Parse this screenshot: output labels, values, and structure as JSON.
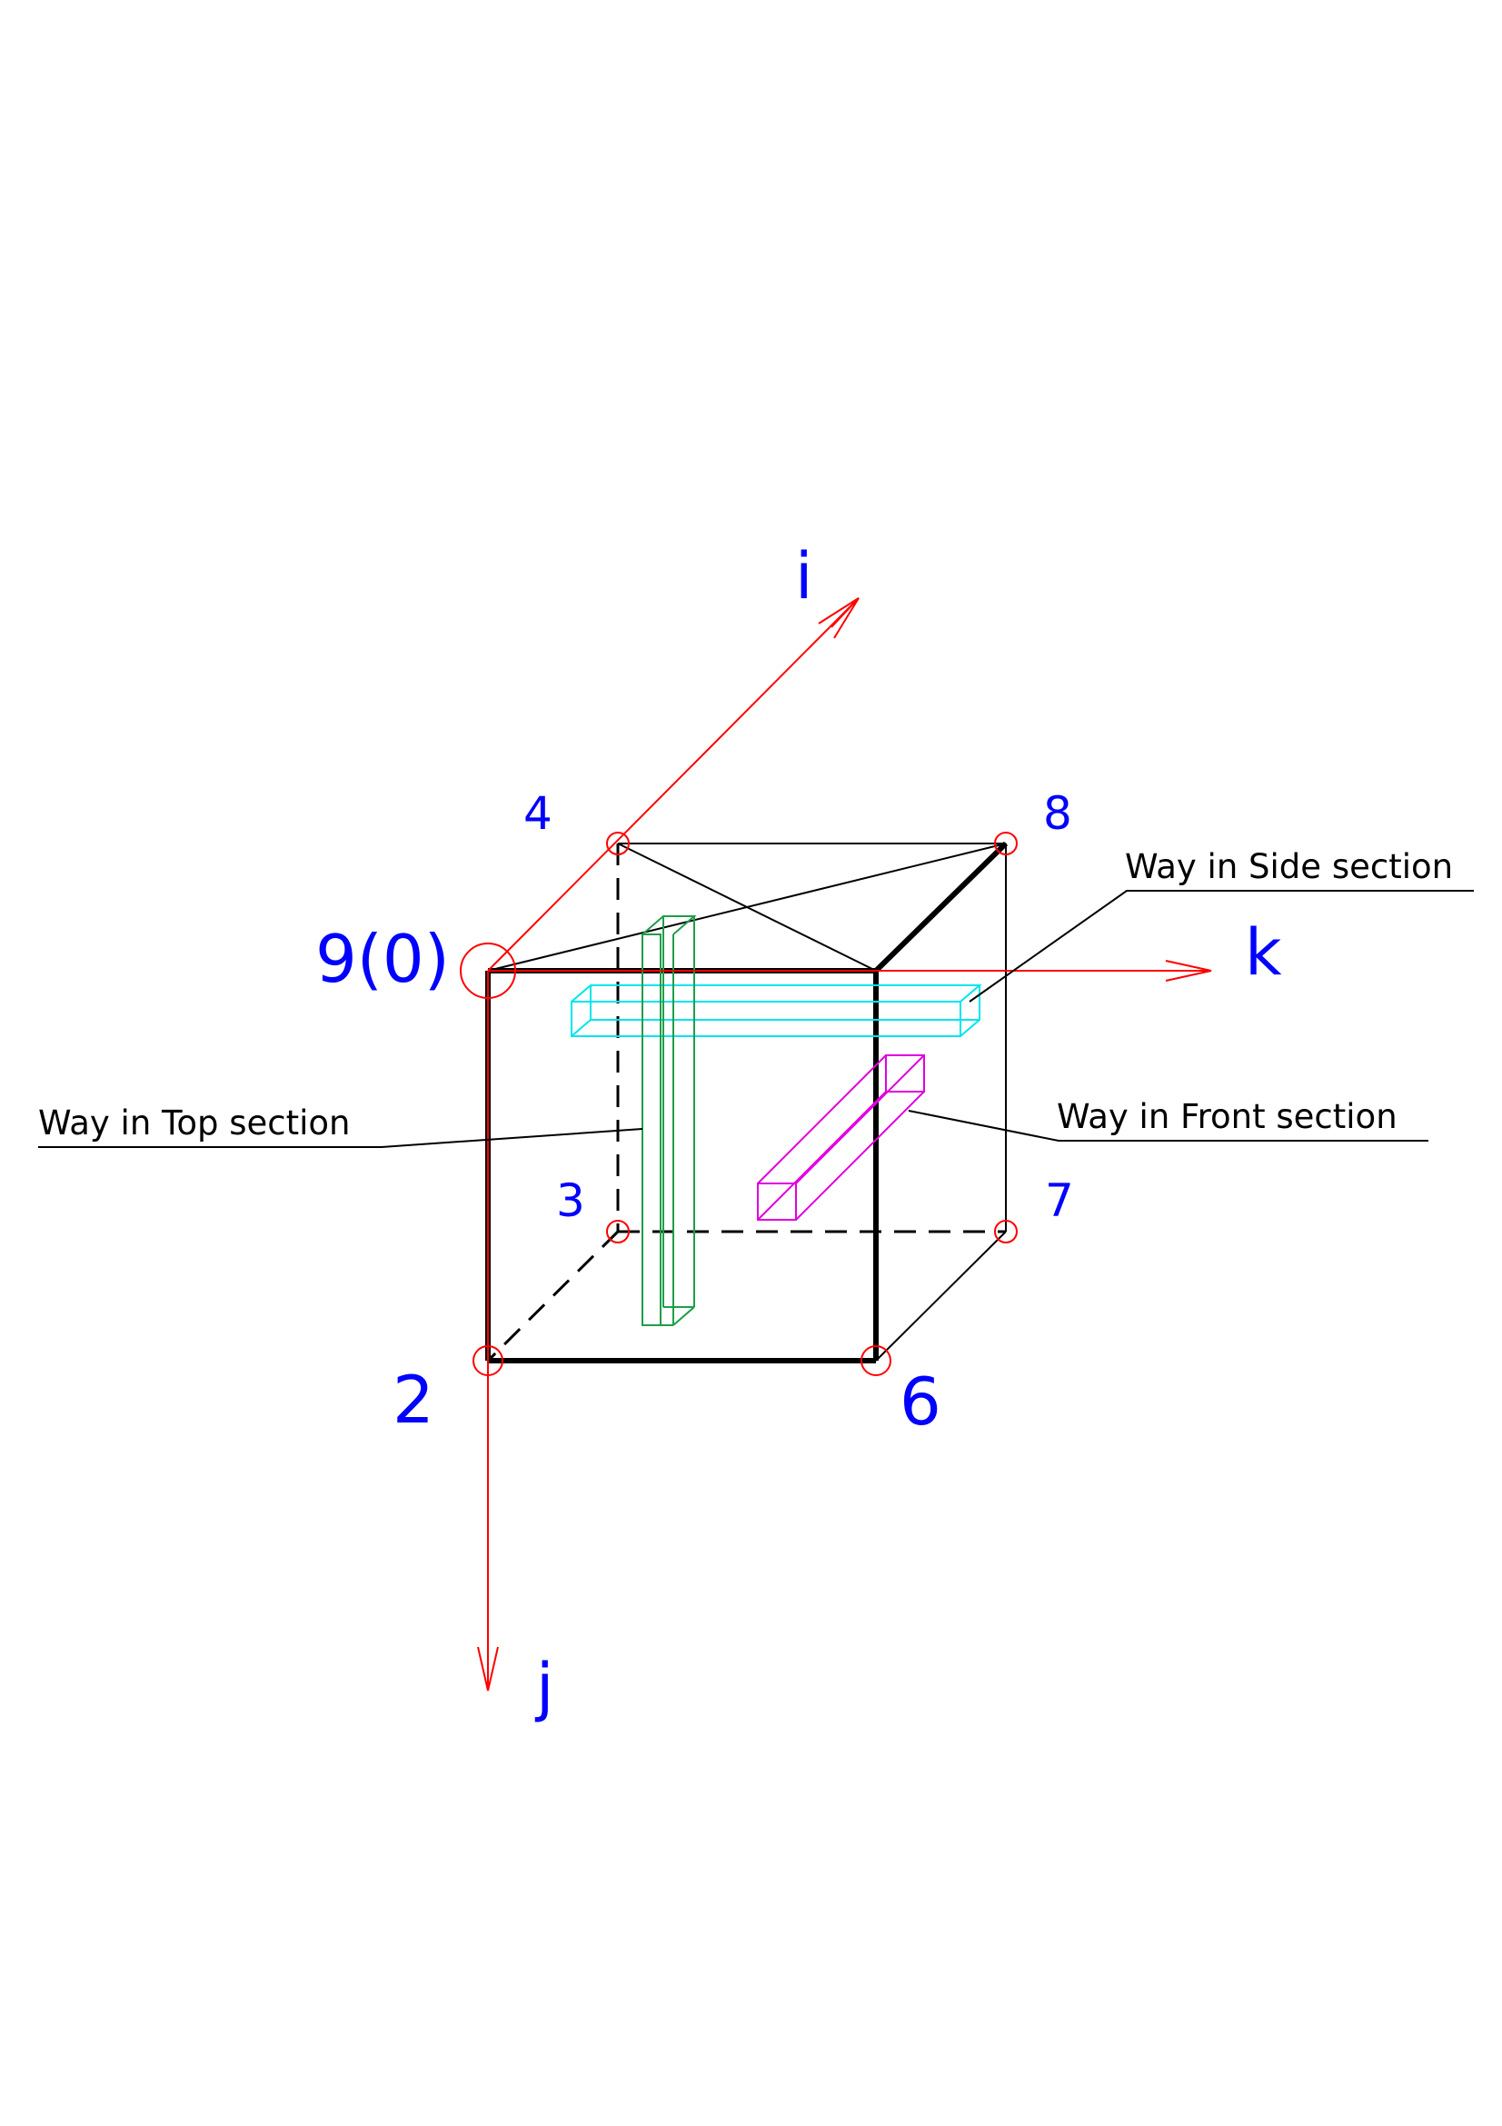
{
  "axes": {
    "i": "i",
    "j": "j",
    "k": "k"
  },
  "vertices": {
    "origin": "9(0)",
    "v2": "2",
    "v3": "3",
    "v4": "4",
    "v6": "6",
    "v7": "7",
    "v8": "8"
  },
  "callouts": {
    "side": "Way in Side section",
    "top": "Way in Top section",
    "front": "Way in Front section"
  },
  "colors": {
    "axis": "#ff0000",
    "label": "#0000ff",
    "edge": "#000000",
    "side_way": "#00e5ee",
    "top_way": "#1f9e4a",
    "front_way": "#e000e0"
  }
}
